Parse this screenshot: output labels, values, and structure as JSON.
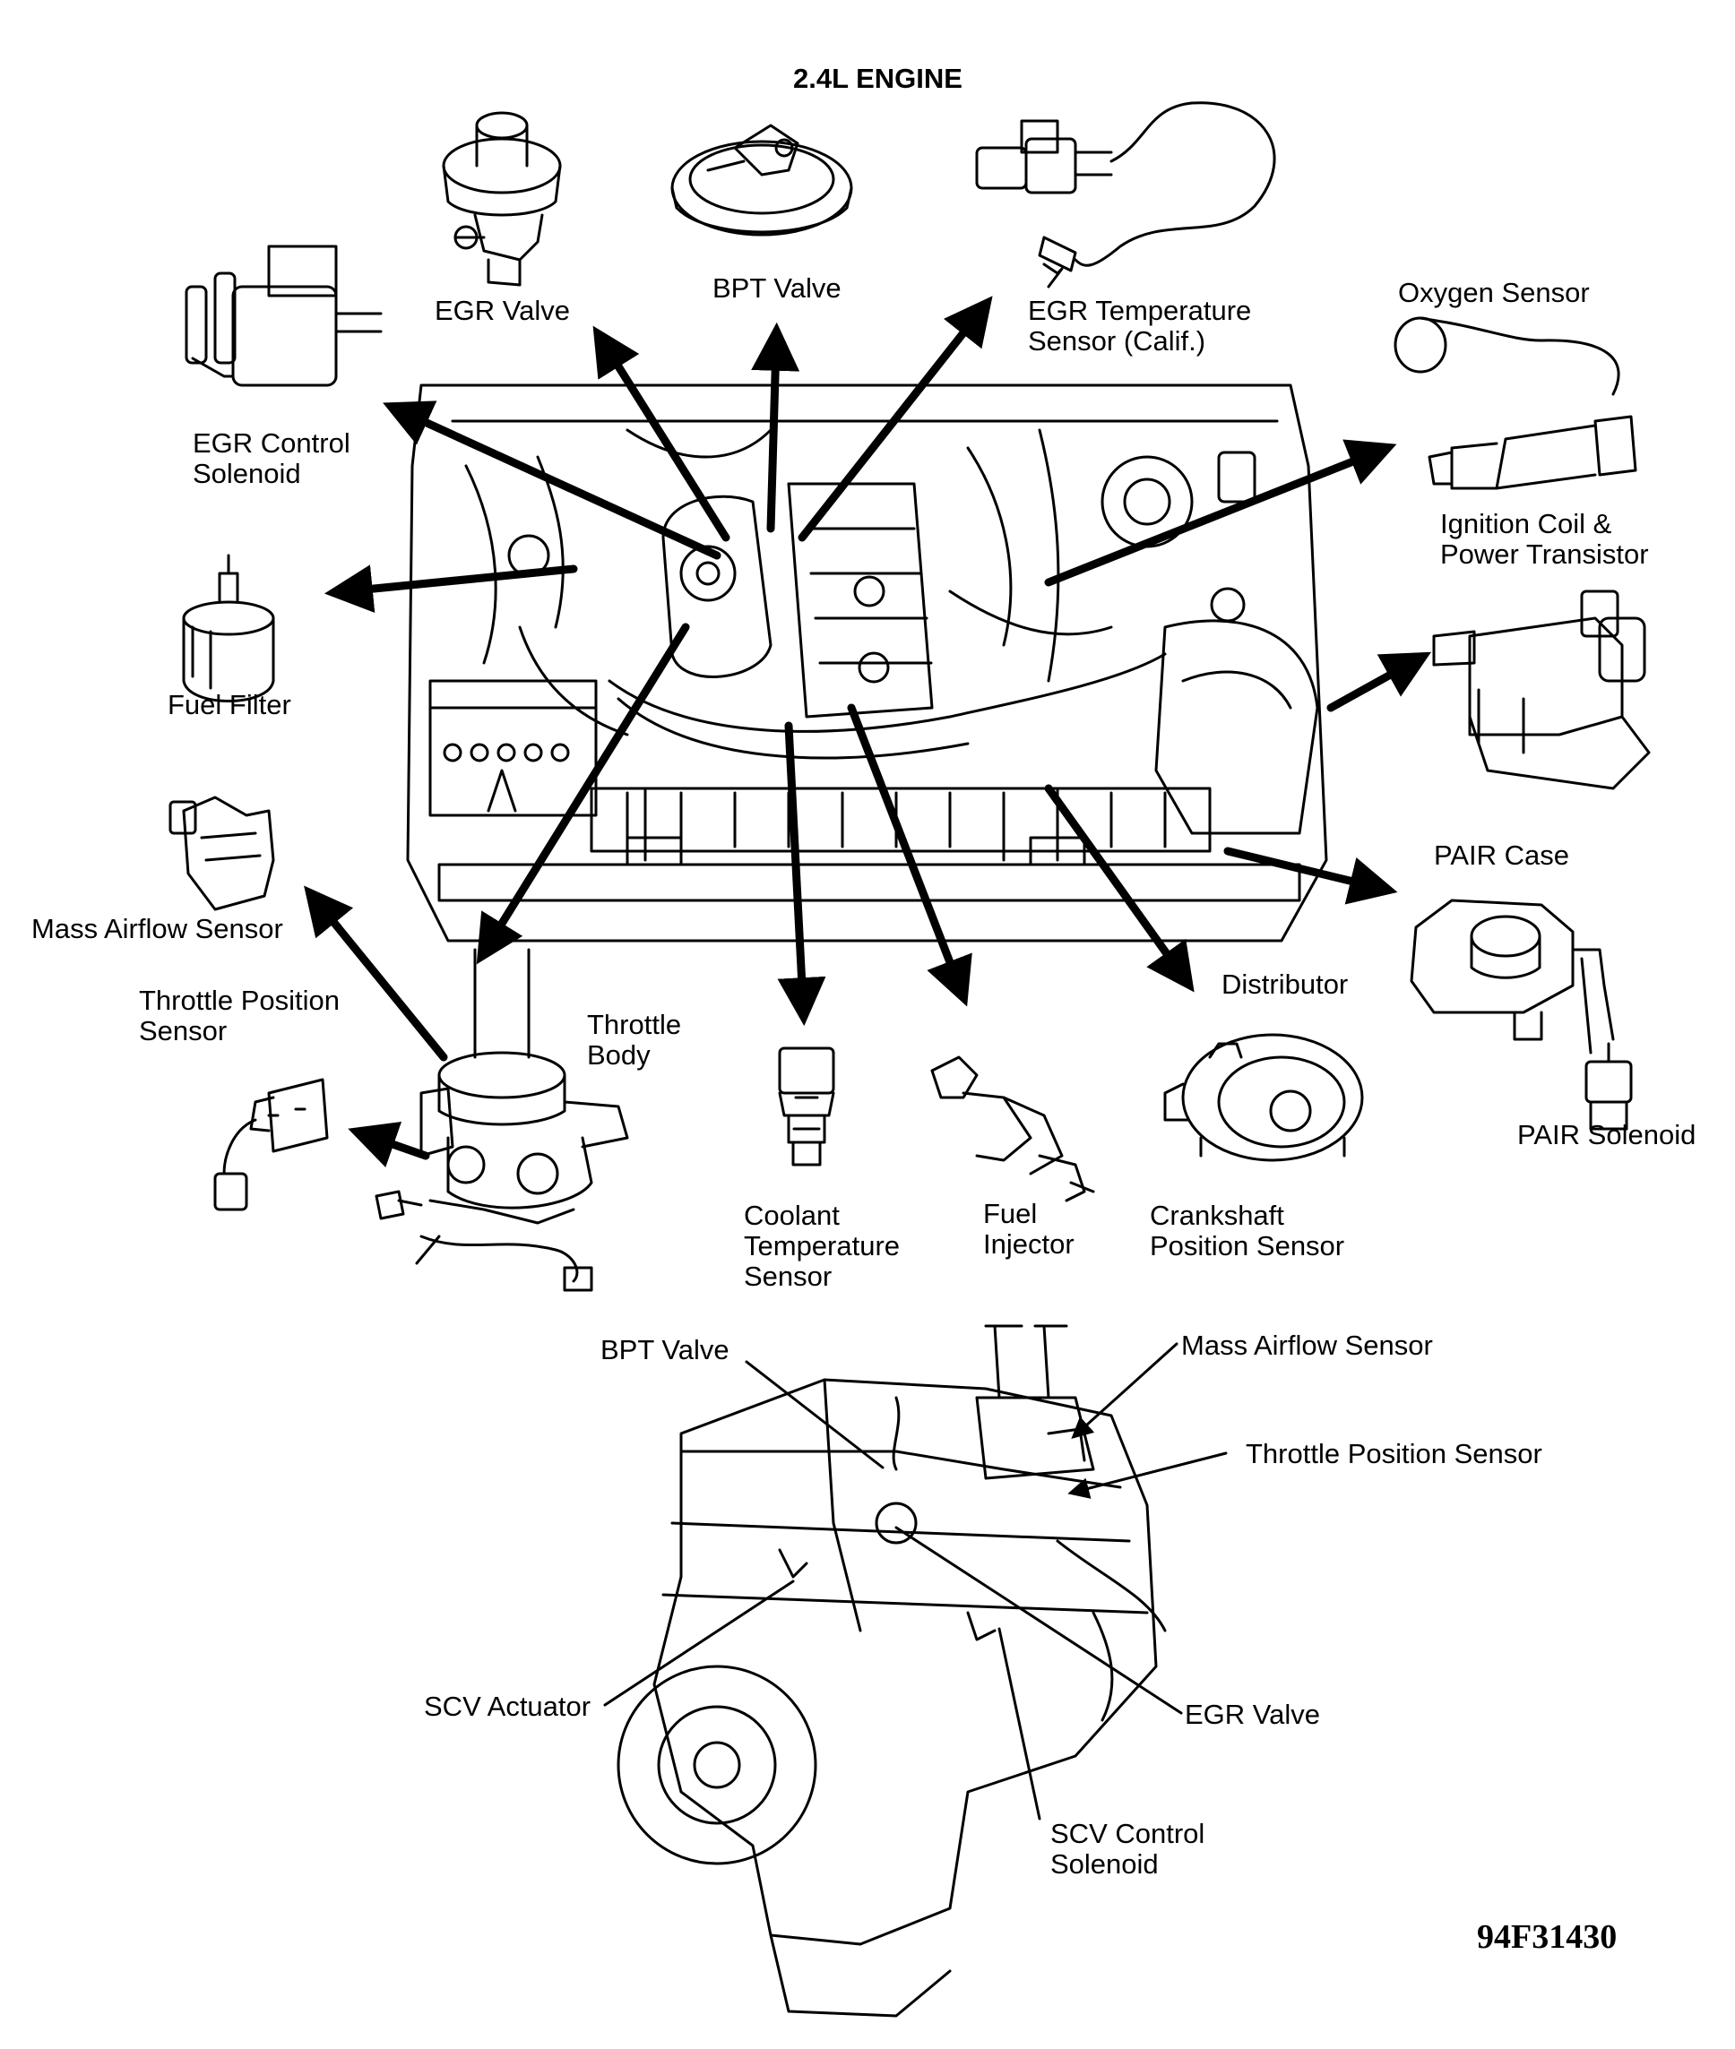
{
  "title": "2.4L ENGINE",
  "figure_code": "94F31430",
  "colors": {
    "ink": "#000000",
    "paper": "#ffffff"
  },
  "top_labels": {
    "egr_valve": "EGR Valve",
    "bpt_valve": "BPT Valve",
    "egr_temp_sensor": "EGR Temperature\nSensor (Calif.)",
    "egr_control_solenoid": "EGR Control\nSolenoid",
    "oxygen_sensor": "Oxygen Sensor",
    "ignition_coil": "Ignition Coil &\nPower Transistor",
    "fuel_filter": "Fuel Filter",
    "mass_airflow_sensor": "Mass Airflow Sensor",
    "pair_case": "PAIR Case",
    "throttle_position_sensor": "Throttle Position\nSensor",
    "throttle_body": "Throttle\nBody",
    "distributor": "Distributor",
    "pair_solenoid": "PAIR Solenoid",
    "coolant_temp_sensor": "Coolant\nTemperature\nSensor",
    "fuel_injector": "Fuel\nInjector",
    "crankshaft_position_sensor": "Crankshaft\nPosition Sensor"
  },
  "bottom_labels": {
    "bpt_valve": "BPT Valve",
    "mass_airflow_sensor": "Mass Airflow Sensor",
    "throttle_position_sensor": "Throttle Position Sensor",
    "scv_actuator": "SCV Actuator",
    "egr_valve": "EGR Valve",
    "scv_control_solenoid": "SCV Control\nSolenoid"
  }
}
